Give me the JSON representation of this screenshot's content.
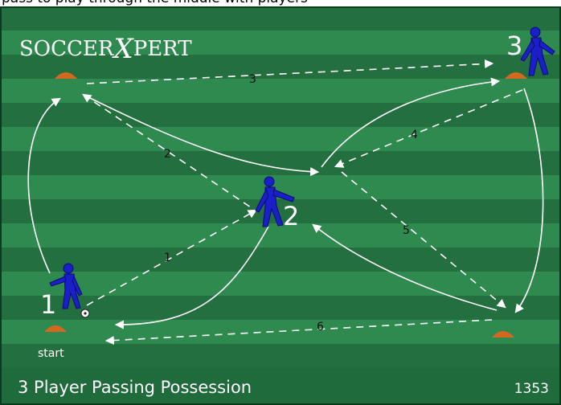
{
  "caption": "pass to play through the middle with players",
  "logo": {
    "left": "SOCCER",
    "x": "X",
    "right": "PERT"
  },
  "title": "3 Player Passing Possession",
  "drill_number": "1353",
  "start_label": "start",
  "players": [
    {
      "number": "1",
      "icon": "player-figure-icon"
    },
    {
      "number": "2",
      "icon": "player-figure-icon"
    },
    {
      "number": "3",
      "icon": "player-figure-icon"
    }
  ],
  "pass_labels": [
    "1",
    "2",
    "3",
    "4",
    "5",
    "6"
  ],
  "colors": {
    "field_dark": "#1f6b3c",
    "field_light": "#2e8a4e",
    "player": "#1a1fc8",
    "cone": "#d2691e",
    "line": "#ffffff"
  }
}
